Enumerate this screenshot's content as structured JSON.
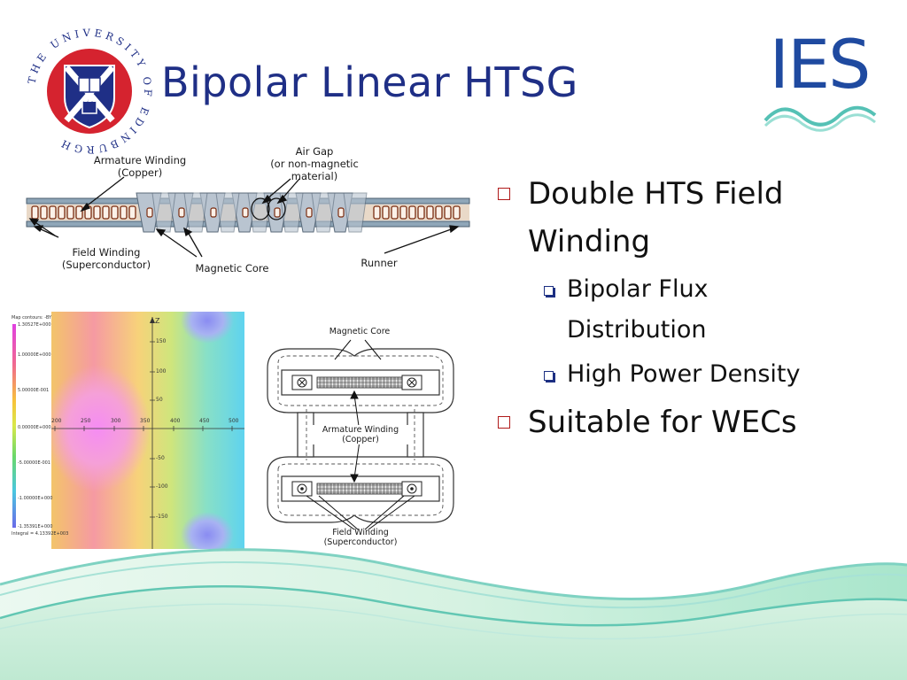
{
  "slide": {
    "title": "Bipolar Linear HTSG"
  },
  "logos": {
    "university_ring_text": "THE UNIVERSITY OF EDINBURGH",
    "ies_text": "IES"
  },
  "top_diagram": {
    "labels": {
      "armature": [
        "Armature Winding",
        "(Copper)"
      ],
      "air_gap": [
        "Air Gap",
        "(or non-magnetic",
        "material)"
      ],
      "field": [
        "Field Winding",
        "(Superconductor)"
      ],
      "core": "Magnetic Core",
      "runner": "Runner"
    }
  },
  "contour_plot": {
    "legend_title": "Map contours: -BY",
    "legend_values": [
      "1.30527E+000",
      "1.00000E+000",
      "5.00000E-001",
      "0.00000E+000",
      "-5.00000E-001",
      "-1.00000E+000",
      "-1.35391E+000"
    ],
    "integral": "Integral = 4.13392E+003",
    "axis_label": "Z",
    "x_ticks": [
      "200",
      "250",
      "300",
      "350",
      "400",
      "450",
      "500"
    ],
    "y_ticks": [
      "150",
      "100",
      "50",
      "-50",
      "-100",
      "-150"
    ]
  },
  "cross_section": {
    "labels": {
      "core": "Magnetic Core",
      "armature": [
        "Armature Winding",
        "(Copper)"
      ],
      "field": [
        "Field Winding",
        "(Superconductor)"
      ]
    }
  },
  "bullets": [
    {
      "level": 1,
      "lines": [
        "Double HTS Field",
        "Winding"
      ]
    },
    {
      "level": 2,
      "lines": [
        "Bipolar Flux",
        "Distribution"
      ]
    },
    {
      "level": 2,
      "lines": [
        "High Power Density"
      ]
    },
    {
      "level": 1,
      "lines": [
        "Suitable for WECs"
      ]
    }
  ],
  "colors": {
    "title": "#1f2f86",
    "bullet_l1_box": "#b01a1a",
    "bullet_l2_box": "#1c2f82",
    "wave_teal": "#7fd2c2",
    "wave_mint": "#c8ecd8"
  }
}
